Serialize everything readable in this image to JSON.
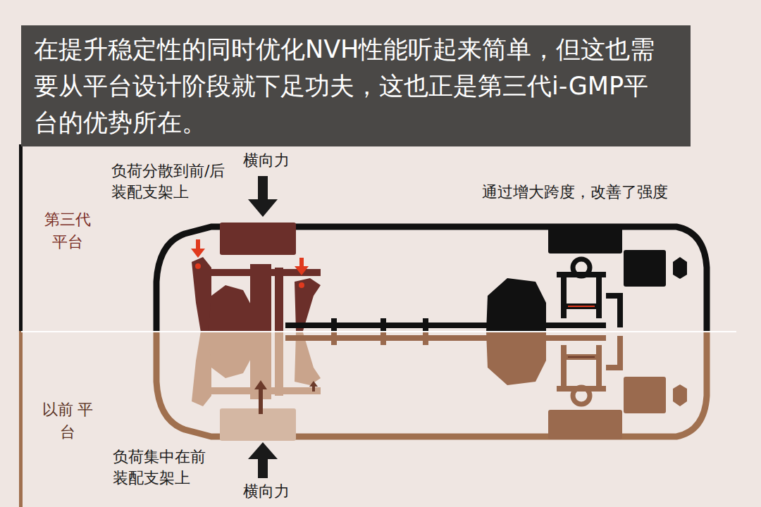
{
  "diagram": {
    "title": "在提升稳定性的同时优化NVH性能听起来简单，但这也需要从平台设计阶段就下足功夫，这也正是第三代i-GMP平台的优势所在。",
    "labels": [
      "负荷分散到前/后装配支架上",
      "横向力",
      "通过增大跨度，改善了强度",
      "第三代 平台",
      "以前 平台",
      "负荷集中在前装配支架上",
      "横向力"
    ]
  }
}
